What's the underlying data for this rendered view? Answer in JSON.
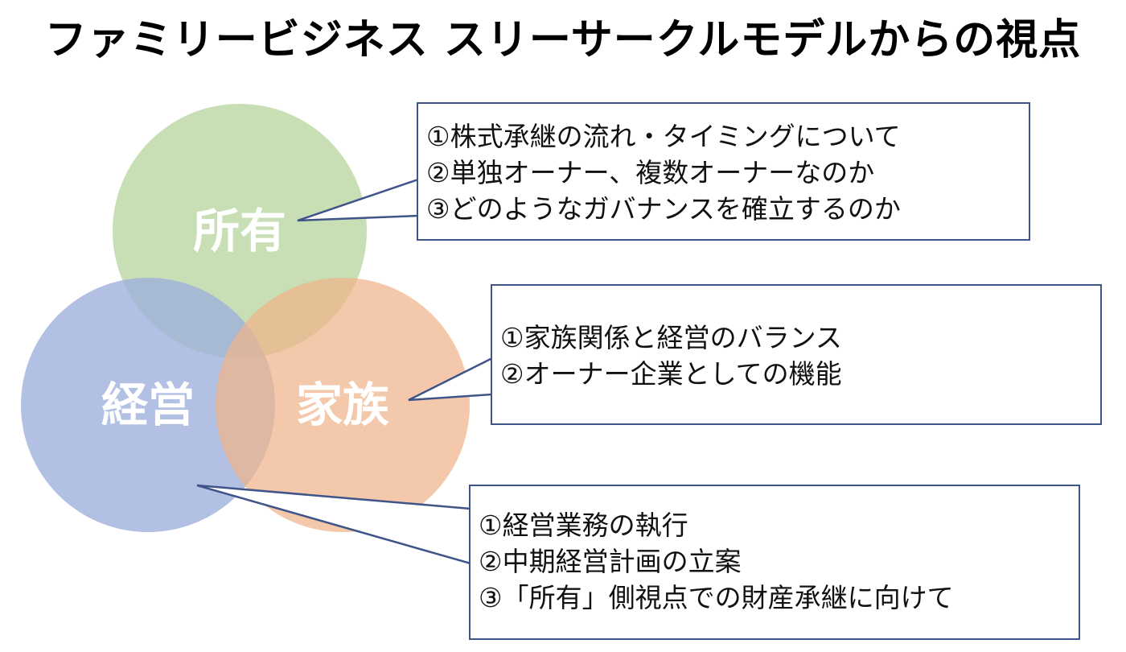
{
  "title": "ファミリービジネス スリーサークルモデルからの視点",
  "colors": {
    "ownership_circle": "#c5dcb0",
    "management_circle": "#aab8e0",
    "family_circle": "#f0bd96",
    "callout_border": "#3f5489",
    "circle_label": "#ffffff"
  },
  "circles": {
    "ownership": {
      "label": "所有"
    },
    "management": {
      "label": "経営"
    },
    "family": {
      "label": "家族"
    }
  },
  "callouts": {
    "ownership": {
      "lines": [
        "①株式承継の流れ・タイミングについて",
        "②単独オーナー、複数オーナーなのか",
        "③どのようなガバナンスを確立するのか"
      ]
    },
    "family": {
      "lines": [
        "①家族関係と経営のバランス",
        "②オーナー企業としての機能"
      ]
    },
    "management": {
      "lines": [
        "①経営業務の執行",
        "②中期経営計画の立案",
        "③「所有」側視点での財産承継に向けて"
      ]
    }
  }
}
